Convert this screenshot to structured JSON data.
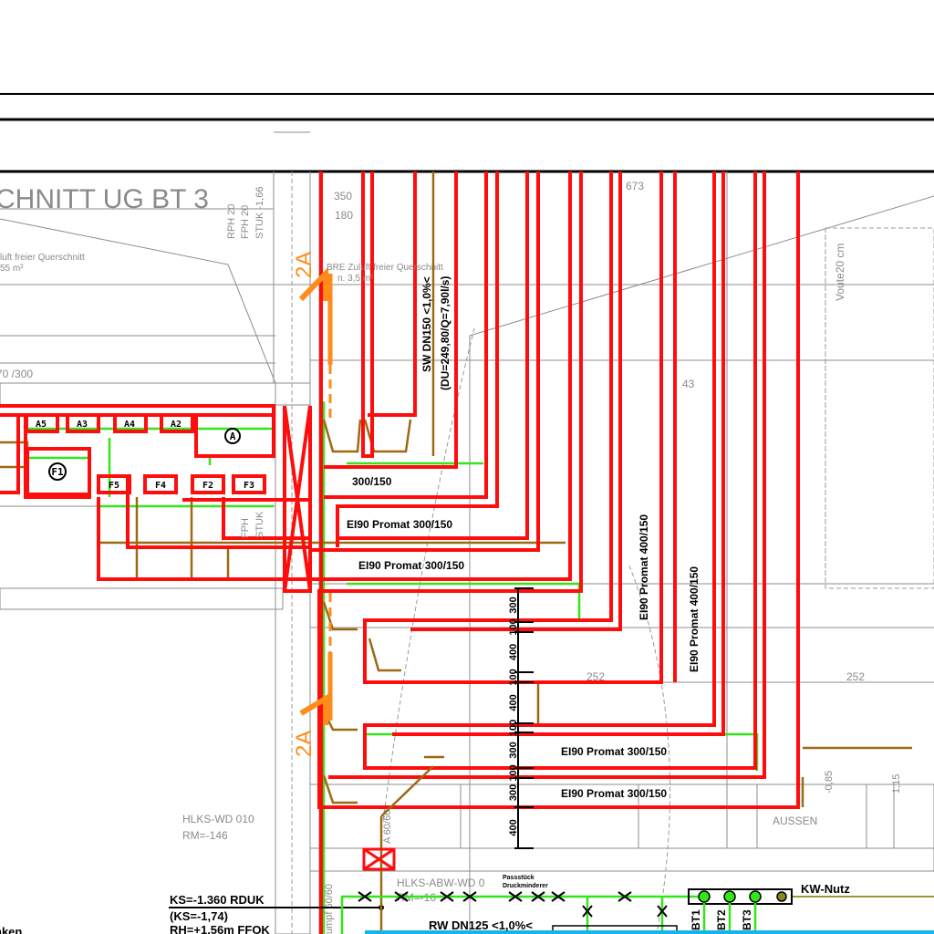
{
  "title": "CHNITT UG BT 3",
  "colors": {
    "duct": "#ff0d0d",
    "supply": "#33e61a",
    "exhaust": "#9c6a12",
    "section": "#ff8c1a",
    "water": "#1ab3e6",
    "grid": "#8c8c8c"
  },
  "grey_labels": {
    "dim_350": "350",
    "dim_180": "180",
    "rph": "RPH 20",
    "fph": "FPH 20",
    "stuk": "STUK -1,66",
    "dim_673": "673",
    "voute": "Voute20 cm",
    "zuluft_left_1": "luft freier Querschnitt",
    "zuluft_left_2": "55 m²",
    "zuluft_right_1": "BRE Zuluft freier Querschnitt",
    "zuluft_right_2": "n. 3,5 m²",
    "dim_70_300": "70 /300",
    "dim_43": "43",
    "dim_252_a": "252",
    "dim_252_b": "252",
    "hlks_wd": "HLKS-WD 010",
    "rm_146": "RM=-146",
    "hlks_abw": "HLKS-ABW-WD 0",
    "rm_16": "RM=-16",
    "aussen": "AUSSEN",
    "lvl_085": "-0,85",
    "lvl_115": "1,15",
    "dim_60": "A 60/60",
    "pumpe": "umpf 60/60",
    "fph2": "FPH",
    "stuk2": "STUK"
  },
  "section_marks": [
    "2A",
    "2A"
  ],
  "pipe_labels": {
    "sw_line1": "SW DN150 <1,0%<",
    "sw_line2": "(DU=249,80/Q=7,90l/s)",
    "rw": "RW DN125 <1,0%<",
    "ks1": "KS=-1.360 RDUK",
    "ks2": "(KS=-1,74)",
    "rh": "RH=+1,56m FFOK",
    "nken": "nken",
    "passstueck": "Passstück",
    "druckminderer": "Druckminderer",
    "kw_nutz": "KW-Nutz",
    "bt": [
      "BT1",
      "BT2",
      "BT3"
    ]
  },
  "duct_labels": {
    "d1": "300/150",
    "d2": "EI90 Promat  300/150",
    "d3": "EI90 Promat  300/150",
    "v1": "EI90 Promat  400/150",
    "v2": "EI90 Promat  400/150",
    "d4": "EI90 Promat  300/150",
    "d5": "EI90 Promat  300/150"
  },
  "outlets": {
    "top": [
      "A5",
      "A3",
      "A4",
      "A2",
      "A"
    ],
    "bottom": [
      "F1",
      "F5",
      "F4",
      "F2",
      "F3"
    ]
  },
  "dimension_chain": [
    "300",
    "100",
    "400",
    "100",
    "400",
    "100",
    "300",
    "100",
    "300",
    "400"
  ]
}
